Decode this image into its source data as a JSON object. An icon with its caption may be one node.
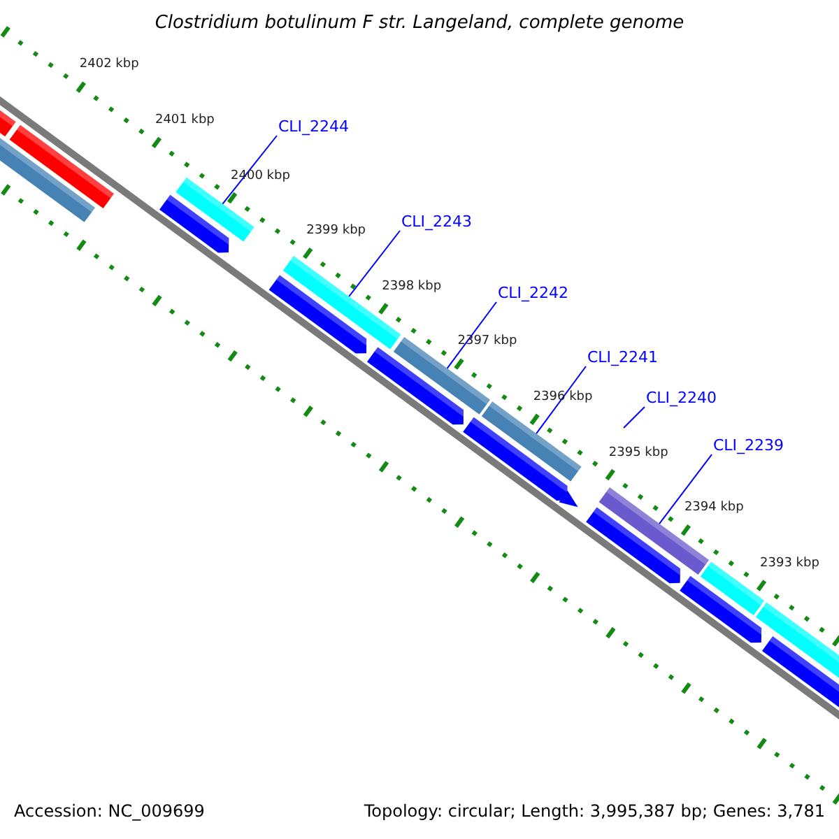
{
  "diagram": {
    "title": "Clostridium botulinum F str. Langeland, complete genome",
    "nodes": [
      {
        "text": [
          "CLI_2244"
        ]
      },
      {
        "text": [
          "CLI_2243"
        ]
      },
      {
        "text": [
          "CLI_2242"
        ]
      },
      {
        "text": [
          "CLI_2241"
        ]
      },
      {
        "text": [
          "CLI_2240"
        ]
      },
      {
        "text": [
          "CLI_2239"
        ]
      },
      {
        "text": [],
        "shape": "bar"
      },
      {
        "text": [],
        "shape": "bar"
      },
      {
        "text": [],
        "shape": "bar"
      },
      {
        "text": [],
        "shape": "bar"
      },
      {
        "text": [],
        "shape": "bar"
      }
    ],
    "edges": [
      {
        "from": 0,
        "to": 6,
        "arrow": "none"
      },
      {
        "from": 1,
        "to": 7,
        "arrow": "none"
      },
      {
        "from": 2,
        "to": 8,
        "arrow": "none"
      },
      {
        "from": 3,
        "to": 9,
        "arrow": "none"
      },
      {
        "from": 4,
        "to": null,
        "arrow": "none"
      },
      {
        "from": 5,
        "to": 10,
        "arrow": "none"
      }
    ],
    "labels": [
      "2402 kbp",
      "2401 kbp",
      "2400 kbp",
      "2399 kbp",
      "2398 kbp",
      "2397 kbp",
      "2396 kbp",
      "2395 kbp",
      "2394 kbp",
      "2393 kbp",
      "Accession: NC_009699",
      "Topology: circular; Length: 3,995,387 bp; Genes: 3,781"
    ]
  }
}
